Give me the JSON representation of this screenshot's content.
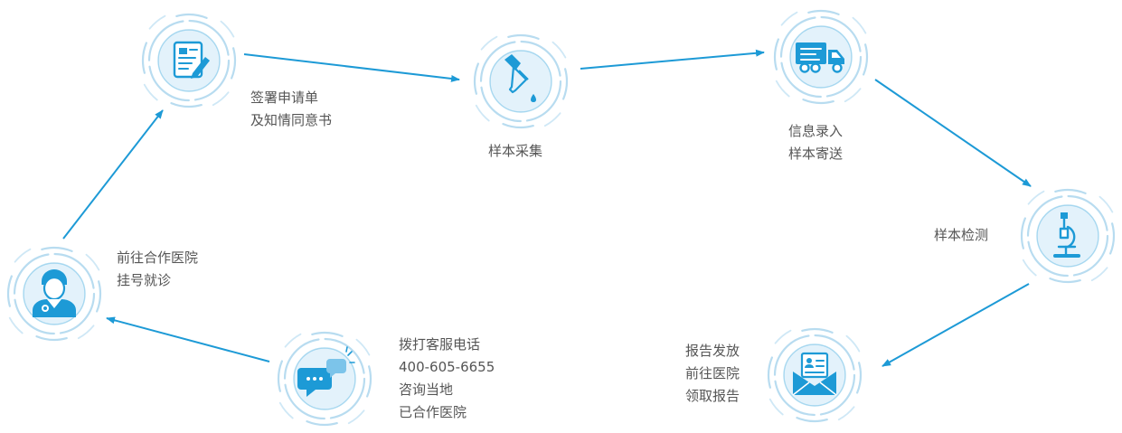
{
  "colors": {
    "accent": "#1d9ad6",
    "ring": "#b8dcf0",
    "circle": "#e3f2fb",
    "text": "#555555"
  },
  "steps": [
    {
      "id": "call",
      "icon": "chat-bubble-icon",
      "lines": [
        "拨打客服电话",
        "400-605-6655",
        "咨询当地",
        "已合作医院"
      ]
    },
    {
      "id": "visit",
      "icon": "doctor-icon",
      "lines": [
        "前往合作医院",
        "挂号就诊"
      ]
    },
    {
      "id": "sign",
      "icon": "form-pen-icon",
      "lines": [
        "签署申请单",
        "及知情同意书"
      ]
    },
    {
      "id": "collect",
      "icon": "dropper-icon",
      "lines": [
        "样本采集"
      ]
    },
    {
      "id": "ship",
      "icon": "truck-icon",
      "lines": [
        "信息录入",
        "样本寄送"
      ]
    },
    {
      "id": "test",
      "icon": "microscope-icon",
      "lines": [
        "样本检测"
      ]
    },
    {
      "id": "report",
      "icon": "envelope-report-icon",
      "lines": [
        "报告发放",
        "前往医院",
        "领取报告"
      ]
    }
  ]
}
